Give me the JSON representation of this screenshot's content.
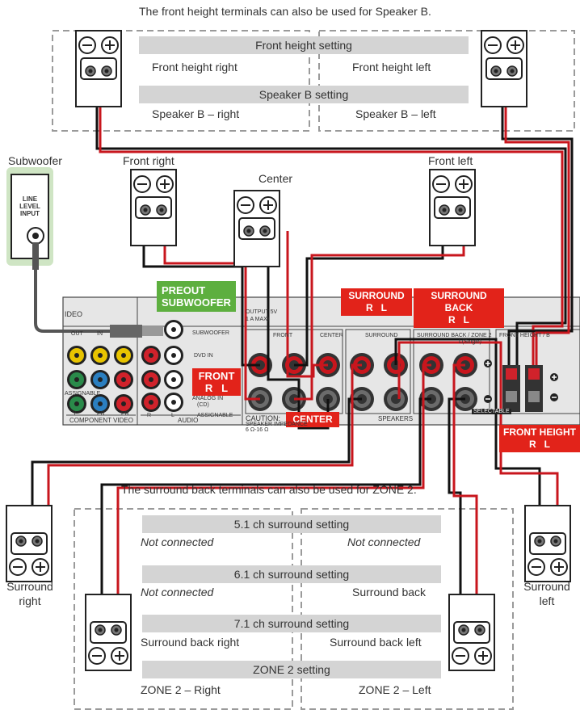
{
  "captions": {
    "top_note": "The front height terminals can also be used for Speaker B.",
    "bottom_note": "The surround back terminals can also be used for ZONE 2."
  },
  "top_settings": {
    "front_height_title": "Front height setting",
    "front_height_right": "Front height right",
    "front_height_left": "Front height left",
    "speaker_b_title": "Speaker B setting",
    "speaker_b_right": "Speaker B – right",
    "speaker_b_left": "Speaker B – left"
  },
  "speakers": {
    "subwoofer": "Subwoofer",
    "subwoofer_input": "LINE LEVEL INPUT",
    "front_right": "Front right",
    "center": "Center",
    "front_left": "Front left",
    "surround_right": "Surround right",
    "surround_left": "Surround left"
  },
  "receiver": {
    "preout_tag": "PREOUT SUBWOOFER",
    "front_tag": "FRONT R L",
    "center_tag": "CENTER",
    "surround_tag": "SURROUND R L",
    "surround_back_tag": "SURROUND BACK R L",
    "front_height_tag": "FRONT HEIGHT R L",
    "panel": {
      "video": "IDEO",
      "out": "OUT",
      "in": "IN",
      "assignable": "ASSIGNABLE",
      "component_video": "COMPONENT VIDEO",
      "y": "Y",
      "pb": "PB",
      "pr": "PR",
      "audio": "AUDIO",
      "r": "R",
      "l": "L",
      "assignable2": "ASSIGNABLE",
      "subwoofer": "SUBWOOFER",
      "dvd_in": "DVD IN",
      "analog_in": "ANALOG IN",
      "cd": "(CD)",
      "output": "OUTPUT 5V",
      "output2": "1 A MAX)",
      "front": "FRONT",
      "center": "CENTER",
      "surround": "SURROUND",
      "surround_back_zone2": "SURROUND BACK / ZONE 2",
      "single": "L(Single)",
      "front_height_b": "FRONT HEIGHT / B",
      "caution": "CAUTION:",
      "speaker_impedance": "SPEAKER IMPEDANCE",
      "ohm": "6 Ω-16 Ω",
      "speakers": "SPEAKERS",
      "selectable": "SELECTABLE"
    }
  },
  "bottom_settings": {
    "s51_title": "5.1 ch surround setting",
    "s51_right": "Not connected",
    "s51_left": "Not connected",
    "s61_title": "6.1 ch surround setting",
    "s61_right": "Not connected",
    "s61_left": "Surround back",
    "s71_title": "7.1 ch surround setting",
    "s71_right": "Surround back right",
    "s71_left": "Surround back left",
    "zone2_title": "ZONE 2 setting",
    "zone2_right": "ZONE 2 – Right",
    "zone2_left": "ZONE 2 – Left"
  },
  "colors": {
    "cable_black": "#111111",
    "cable_red": "#c8161d",
    "tag_red": "#e2231a",
    "tag_green": "#5daf3f",
    "bar_grey": "#d4d4d4",
    "panel_grey": "#e6e6e6"
  }
}
